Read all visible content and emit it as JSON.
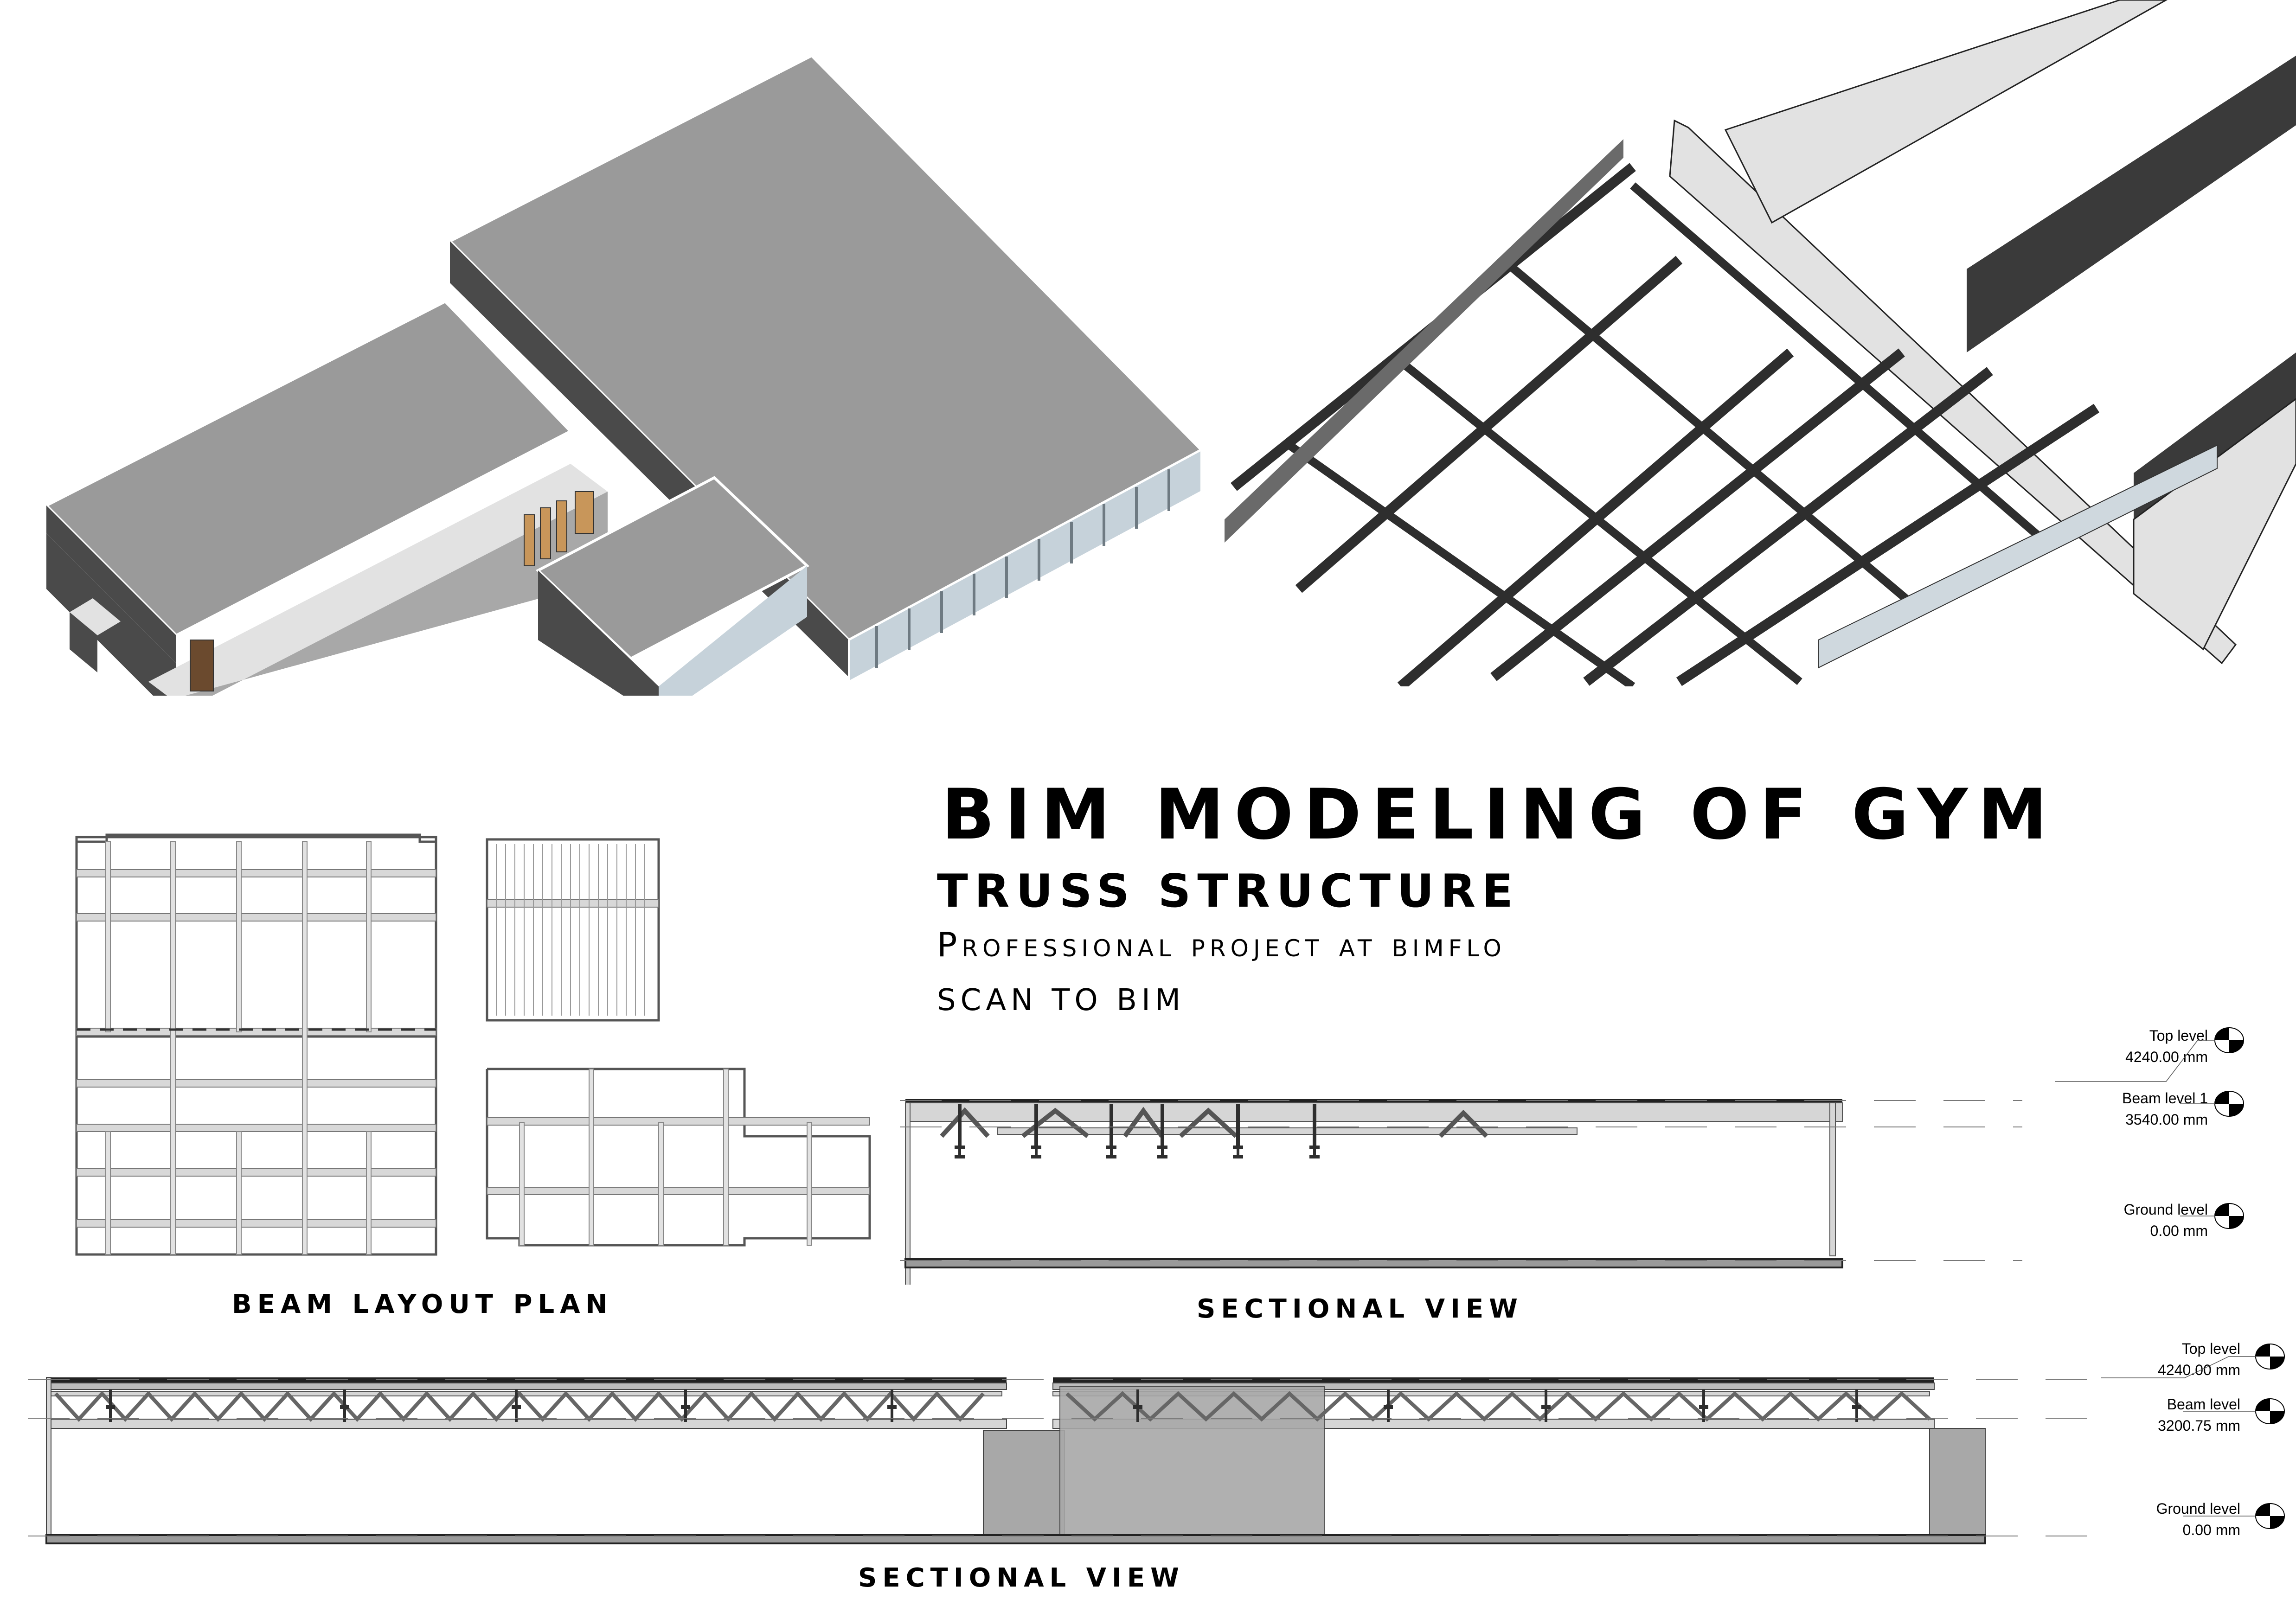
{
  "sheet": {
    "title": "BIM MODELING OF GYM",
    "subtitle": "TRUSS STRUCTURE",
    "line3": "Professional project at bimflo",
    "line4": "SCAN TO BIM"
  },
  "views": {
    "isometric_building": {
      "label": "3D building model (isometric)"
    },
    "isometric_truss": {
      "label": "3D truss framing (isometric)"
    },
    "beam_layout_plan": {
      "caption": "BEAM LAYOUT PLAN"
    },
    "section_1": {
      "caption": "SECTIONAL VIEW",
      "levels": [
        {
          "name": "Top level",
          "elevation": "4240.00 mm"
        },
        {
          "name": "Beam level 1",
          "elevation": "3540.00 mm"
        },
        {
          "name": "Ground level",
          "elevation": "0.00 mm"
        }
      ]
    },
    "section_2": {
      "caption": "SECTIONAL VIEW",
      "levels": [
        {
          "name": "Top level",
          "elevation": "4240.00 mm"
        },
        {
          "name": "Beam level",
          "elevation": "3200.75 mm"
        },
        {
          "name": "Ground level",
          "elevation": "0.00 mm"
        }
      ]
    }
  },
  "colors": {
    "roof": "#9a9a9a",
    "wall_dark": "#4a4a4a",
    "wall_mid": "#a8a8a8",
    "wall_light": "#e2e2e2",
    "glass": "#bfcbd3",
    "door": "#c8965a",
    "steel": "#3a3a3a",
    "section_fill": "#a8a8a8",
    "truss_fill": "#d6d6d6"
  }
}
